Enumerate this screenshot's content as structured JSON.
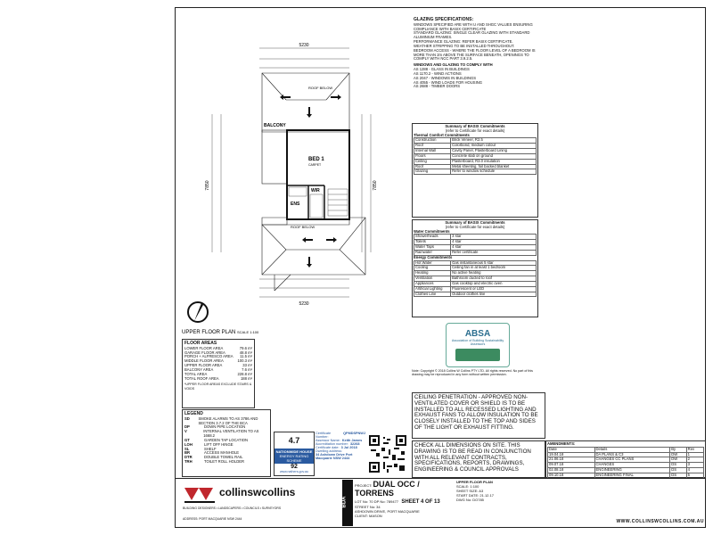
{
  "glazing": {
    "title": "GLAZING SPECIFICATIONS:",
    "lines": [
      "WINDOWS SPECIFIED ARE WITH U AND SHGC VALUES ENSURING COMPLIANCE WITH BASIX CERTIFICATE",
      "STANDARD GLAZING: SINGLE CLEAR GLAZING WITH STANDARD ALUMINIUM FRAMES.",
      "PERFORMANCE GLAZING: REFER BASIX CERTIFICATE.",
      "WEATHER STRIPPING TO BE INSTALLED THROUGHOUT.",
      "BEDROOM ACCESS - WHERE THE FLOOR LEVEL OF A BEDROOM IS MORE THAN 2m ABOVE THE SURFACE BENEATH, OPENINGS TO COMPLY WITH NCC PART 3.9.2.5."
    ],
    "standards_title": "WINDOWS AND GLAZING TO COMPLY WITH",
    "standards": [
      "AS 1288 - GLASS IN BUILDINGS",
      "AS 1170.2 - WIND ACTIONS",
      "AS 2047 - WINDOWS IN BUILDINGS",
      "AS 4055 - WIND LOADS FOR HOUSING",
      "AS 2688 - TIMBER DOORS"
    ]
  },
  "commitments": {
    "title": "Summary of BASIX Commitments",
    "subtitle": "(refer to Certificate for exact details)",
    "thermal_title": "Thermal Comfort Commitments",
    "rows": [
      [
        "Construction",
        "Brick Veneer, R2.5"
      ],
      [
        "Roof",
        "Colorbond, medium colour"
      ],
      [
        "Internal Wall",
        "Cavity Panel, Plasterboard Lining"
      ],
      [
        "Floors",
        "Concrete slab on ground"
      ],
      [
        "Ceiling",
        "Plasterboard, R3.0 insulation"
      ],
      [
        "Roof",
        "Metal sheeting, foil backed blanket"
      ],
      [
        "Glazing",
        "Refer to window schedule"
      ]
    ]
  },
  "basix2": {
    "title": "Summary of BASIX Commitments",
    "subtitle": "(refer to Certificate for exact details)",
    "water_title": "Water Commitments",
    "water_rows": [
      [
        "Showerheads",
        "3 star"
      ],
      [
        "Toilets",
        "4 star"
      ],
      [
        "Water Taps",
        "4 star"
      ],
      [
        "Rainwater",
        "Refer certificate"
      ]
    ],
    "energy_title": "Energy Commitments",
    "energy_rows": [
      [
        "Hot Water",
        "Gas instantaneous 5 star"
      ],
      [
        "Cooling",
        "Ceiling fan in at least 1 bedroom"
      ],
      [
        "Heating",
        "No active heating"
      ],
      [
        "Ventilation",
        "Bathroom ducted to roof"
      ],
      [
        "Appliances",
        "Gas cooktop and electric oven"
      ],
      [
        "Artificial Lighting",
        "Fluorescent or LED"
      ],
      [
        "Clothes Line",
        "Outdoor clothes line"
      ]
    ]
  },
  "absa": {
    "logo": "ABSA",
    "caption": "Association of Building Sustainability Assessors"
  },
  "notes": {
    "copyright": "Note: Copyright © 2018 Collins W Collins PTY LTD. All rights reserved. No part of this drawing may be reproduced in any form without written permission.",
    "ceiling": "CEILING PENETRATION - APPROVED NON-VENTILATED COVER OR SHIELD IS TO BE INSTALLED TO ALL RECESSED LIGHTING AND EXHAUST FANS TO ALLOW INSULATION TO BE CLOSELY INSTALLED TO THE TOP AND SIDES OF THE LIGHT OR EXHAUST FITTING.",
    "check": "CHECK ALL DIMENSIONS ON SITE. THIS DRAWING IS TO BE READ IN CONJUNCTION WITH ALL RELEVANT CONTRACTS, SPECIFICATIONS, REPORTS, DRAWINGS, ENGINEERING & COUNCIL APPROVALS"
  },
  "plan": {
    "title": "UPPER FLOOR PLAN",
    "scale": "SCALE 1:100",
    "bed_label": "BED 1",
    "bed_sub": "CARPET",
    "balcony": "BALCONY",
    "ens": "ENS",
    "wir": "WIR",
    "roof_below_top": "ROOF BELOW",
    "roof_below_bottom": "ROOF BELOW",
    "dim_top": "5230",
    "dim_bottom": "5230",
    "dim_left": "7850",
    "dim_right": "7850"
  },
  "floor_areas": {
    "title": "FLOOR AREAS",
    "rows": [
      [
        "LOWER FLOOR AREA",
        "79.6 m²"
      ],
      [
        "GARAGE FLOOR AREA",
        "48.8 m²"
      ],
      [
        "PORCH + ALFRESCO AREA",
        "11.5 m²"
      ],
      [
        "MIDDLE FLOOR AREA",
        "100.3 m²"
      ],
      [
        "UPPER FLOOR AREA",
        "33 m²"
      ],
      [
        "BALCONY AREA",
        "7.6 m²"
      ],
      [
        "TOTAL AREA",
        "228.8 m²"
      ],
      [
        "TOTAL ROOF AREA",
        "188 m²"
      ]
    ],
    "note": "*UPPER FLOOR AREAS EXCLUDE STAIRS & VOIDS"
  },
  "legend": {
    "title": "LEGEND",
    "rows": [
      [
        "SD",
        "SMOKE ALARMS TO AS 3786 AND SECTION 3.7.2 OF THE BCA"
      ],
      [
        "DP",
        "DOWN PIPE LOCATION"
      ],
      [
        "V",
        "INTERNAL VENTILATION TO AS 1668.2"
      ],
      [
        "GT",
        "GARDEN TAP LOCATION"
      ],
      [
        "LOH",
        "LIFT OFF HINGE"
      ],
      [
        "SL",
        "SHELF"
      ],
      [
        "BR",
        "ACCESS MANHOLE"
      ],
      [
        "DTR",
        "DOUBLE TOWEL RAIL"
      ],
      [
        "TRH",
        "TOILET ROLL HOLDER"
      ]
    ]
  },
  "nathers": {
    "stars": "4.7",
    "brand": "NATIONWIDE HOUSE",
    "sub": "ENERGY RATING SCHEME",
    "score": "92",
    "url": "www.nathers.gov.au",
    "cert_rows": [
      [
        "Certificate Number:",
        "QPMDSPNWJ"
      ],
      [
        "Assessor Name:",
        "Keith James"
      ],
      [
        "Accreditation number:",
        "32268"
      ],
      [
        "Certificate date:",
        "3 Jul 2018"
      ],
      [
        "Dwelling address:",
        ""
      ]
    ],
    "address": "34 Ashdown Drive Port Macquarie NSW 2444"
  },
  "title_block": {
    "company": "collinswcollins",
    "company_sub": "BUILDING DESIGNERS • LANDSCAPERS • COUNCILS • SURVEYORS",
    "contact": "ADDRESS: PORT MACQUARIE NSW 2444",
    "project_label": "PROJECT:",
    "project": "DUAL OCC / TORRENS",
    "sheet": "SHEET 4 OF 13",
    "lot_label": "LOT No:",
    "lot": "70 DP No: 789477",
    "street_label": "STREET No:",
    "street": "34",
    "street_name": "ASHDOWN DRIVE, PORT MACQUARIE",
    "client_label": "CLIENT:",
    "client": "MASON",
    "drawing_label": "UPPER FLOOR PLAN",
    "scale_label": "SCALE",
    "scale": "1:100",
    "size_label": "SHEET SIZE",
    "size": "A3",
    "date_label": "START DATE",
    "date": "21.12.17",
    "dwg_label": "DWG No",
    "dwg": "DO785",
    "bda": "BDA",
    "website": "WWW.COLLINSWCOLLINS.COM.AU"
  },
  "amendments": {
    "title": "AMENDMENTS:",
    "headers": [
      "Date",
      "Details",
      "By",
      "Rev"
    ],
    "rows": [
      [
        "19.04.18",
        "DA PLANS & C3",
        "DW",
        "1"
      ],
      [
        "21.06.18",
        "CHANGES CC PLANS",
        "DW",
        "2"
      ],
      [
        "09.07.18",
        "CHANGES",
        "DS",
        "3"
      ],
      [
        "02.08.18",
        "ENGINEERING",
        "DS",
        "4"
      ],
      [
        "09.10.18",
        "ENGINEERING FINAL",
        "DS",
        "5"
      ]
    ]
  }
}
